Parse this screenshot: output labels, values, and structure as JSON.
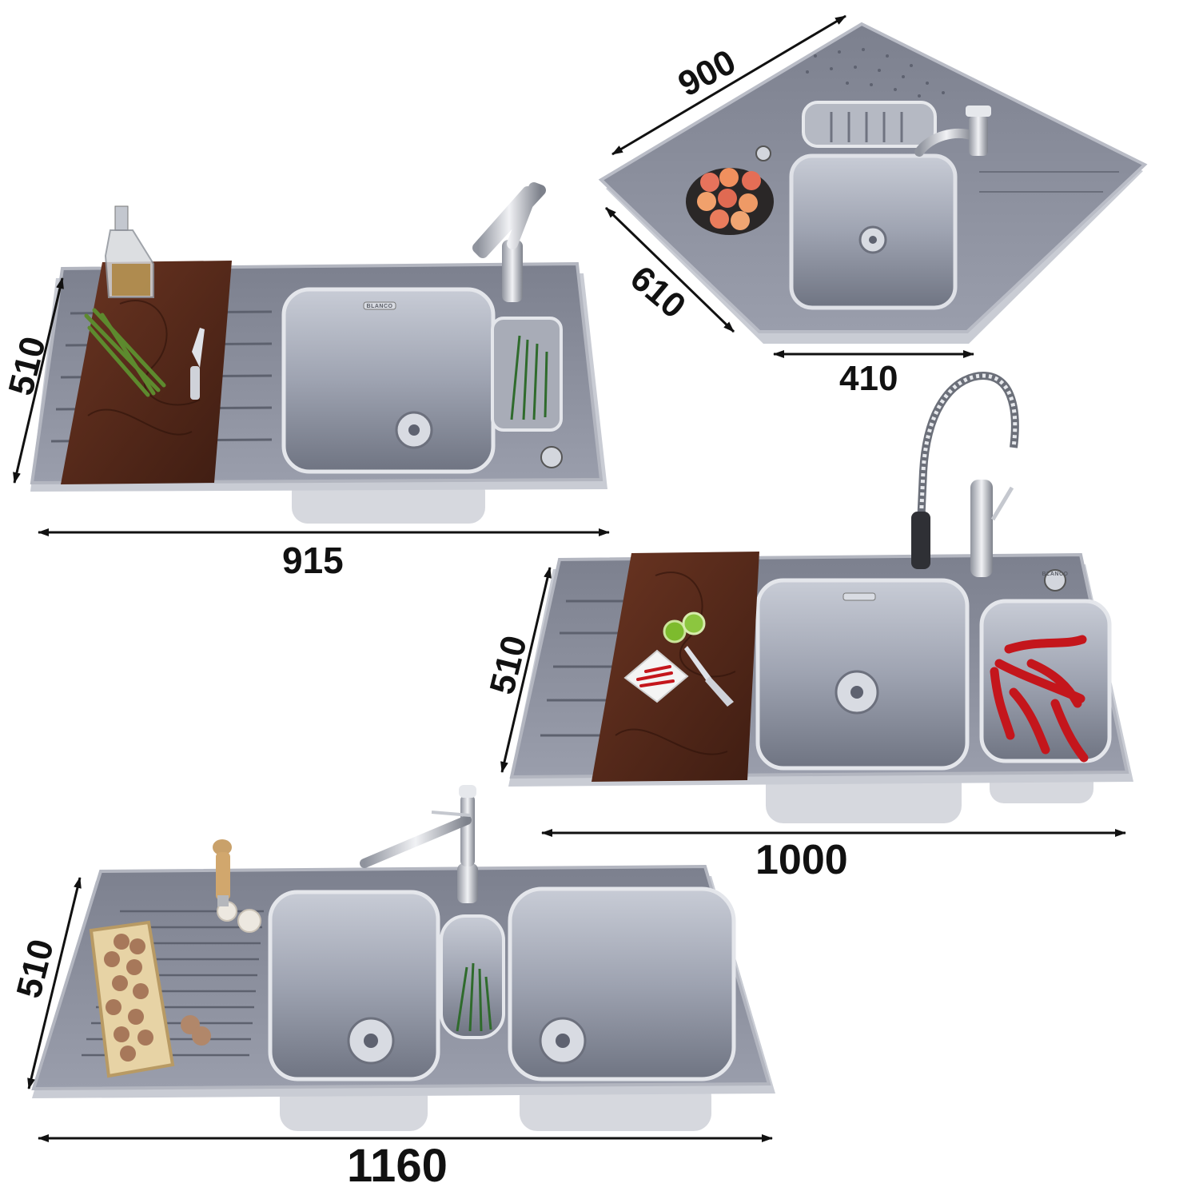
{
  "dimensions": {
    "corner_top": "900",
    "corner_side": "610",
    "corner_bowl": "410",
    "sink1_depth": "510",
    "sink1_width": "915",
    "sink2_depth": "510",
    "sink2_width": "1000",
    "sink3_depth": "510",
    "sink3_width": "1160"
  },
  "brand_label": "BLANCO",
  "colors": {
    "steel": "#8a8e9c",
    "steel_dark": "#5e6270",
    "wood": "#5a2c1c",
    "pepper": "#c4161c"
  }
}
